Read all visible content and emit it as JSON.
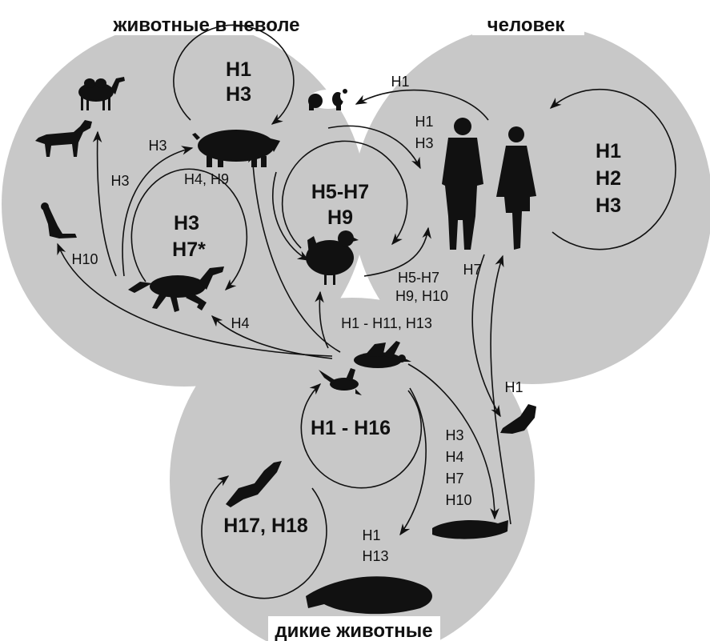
{
  "regions": {
    "captive": "животные в неволе",
    "human": "человек",
    "wild": "дикие животные"
  },
  "colors": {
    "region_fill": "#c8c8c8",
    "ink": "#111111",
    "background": "#ffffff"
  },
  "loops": {
    "pig_1": "H1",
    "pig_2": "H3",
    "horse_1": "H3",
    "horse_2": "H7*",
    "chicken_1": "H5-H7",
    "chicken_2": "H9",
    "human_1": "H1",
    "human_2": "H2",
    "human_3": "H3",
    "wild_birds": "H1 - H16",
    "bats": "H17, H18"
  },
  "edge_labels": {
    "human_to_panda": "H1",
    "human_chicken_1": "H1",
    "human_chicken_2": "H3",
    "to_pig": "H3",
    "to_dog": "H3",
    "pig_below": "H4, H9",
    "to_ferret": "H10",
    "to_horse": "H4",
    "birds_up": "H1 - H11, H13",
    "chicken_to_human_1": "H5-H7",
    "chicken_to_human_2": "H9, H10",
    "seal_to_human": "H7",
    "to_sea_lion": "H1",
    "to_seal_1": "H3",
    "to_seal_2": "H4",
    "to_seal_3": "H7",
    "to_seal_4": "H10",
    "to_whale_1": "H1",
    "to_whale_2": "H13"
  },
  "icons": [
    "camel-icon",
    "dog-icon",
    "ferret-icon",
    "pig-icon",
    "horse-icon",
    "chicken-icon",
    "panda-icon",
    "humans-icon",
    "duck-icon",
    "bird-icon",
    "sea-lion-icon",
    "seal-icon",
    "whale-icon",
    "bat-icon"
  ]
}
